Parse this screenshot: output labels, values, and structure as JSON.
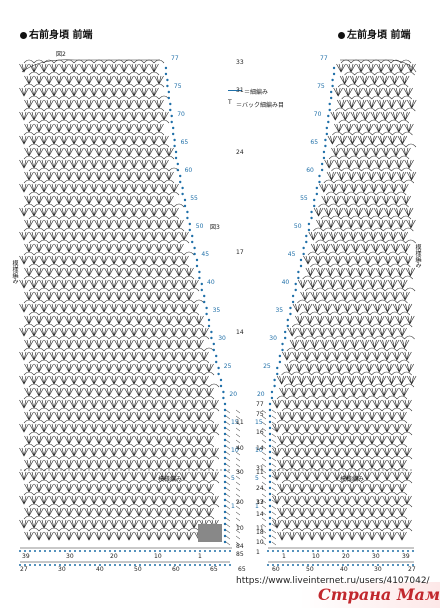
{
  "titles": {
    "right_front": "右前身頃 前端",
    "left_front": "左前身頃 前端"
  },
  "figure_labels": {
    "fig2": "図2",
    "fig3": "図3"
  },
  "side_labels": {
    "left_side": "模様編み",
    "right_side": "模様編み"
  },
  "band_labels": {
    "left_band": "模様編み",
    "right_band": "模様編み"
  },
  "legend": {
    "line1": "＝細編み",
    "line2": "＝バック細編み目"
  },
  "right_edge_counts": [
    "77",
    "75",
    "70",
    "65",
    "60",
    "55",
    "50",
    "45",
    "40",
    "35",
    "30",
    "25",
    "20",
    "15",
    "10",
    "5",
    "1"
  ],
  "left_edge_counts": [
    "77",
    "75",
    "70",
    "65",
    "60",
    "55",
    "50",
    "45",
    "40",
    "35",
    "30",
    "25",
    "20",
    "15",
    "10",
    "5",
    "1"
  ],
  "right_panel_marks": [
    "33",
    "31",
    "24",
    "17",
    "14",
    "11",
    "40",
    "30",
    "20",
    "10",
    "84",
    "85"
  ],
  "left_panel_marks": [
    "77",
    "75",
    "16",
    "14",
    "11",
    "33",
    "31",
    "24",
    "17",
    "14",
    "11",
    "18",
    "10",
    "1"
  ],
  "bottom_left_scale": [
    "39",
    "30",
    "20",
    "10",
    "1"
  ],
  "bottom_right_scale": [
    "1",
    "10",
    "20",
    "30",
    "39"
  ],
  "bottom_left_axis": [
    "27",
    "30",
    "40",
    "50",
    "60",
    "65"
  ],
  "bottom_right_axis": [
    "65",
    "60",
    "50",
    "40",
    "30",
    "27"
  ],
  "footer": {
    "url": "https://www.liveinternet.ru/users/4107042/",
    "logo": "Страна Мам"
  },
  "colors": {
    "ink": "#222222",
    "edge_blue": "#1f6fa8",
    "highlight": "#888888",
    "logo": "#c1272d"
  }
}
